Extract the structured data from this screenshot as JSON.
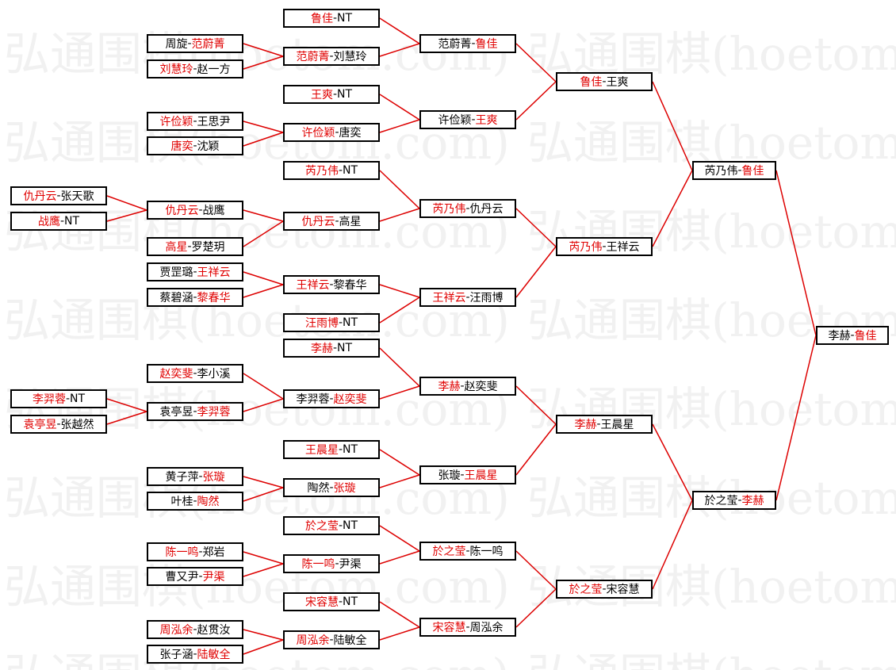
{
  "colors": {
    "winner": "#e00000",
    "text": "#000000",
    "line": "#dd0000",
    "border": "#000000",
    "watermark": "#f1f1f1"
  },
  "watermark": "弘通围棋(hoetom.com)",
  "matches": [
    {
      "id": "r1-1",
      "a": "周旋",
      "b": "范蔚菁",
      "w": "b"
    },
    {
      "id": "r1-2",
      "a": "刘慧玲",
      "b": "赵一方",
      "w": "a"
    },
    {
      "id": "r1-3",
      "a": "许俭颖",
      "b": "王思尹",
      "w": "a"
    },
    {
      "id": "r1-4",
      "a": "唐奕",
      "b": "沈颖",
      "w": "a"
    },
    {
      "id": "r1-5",
      "a": "仇丹云",
      "b": "张天歌",
      "w": "a"
    },
    {
      "id": "r1-6",
      "a": "战鹰",
      "b": "NT",
      "w": "a"
    },
    {
      "id": "r1-7",
      "a": "高星",
      "b": "罗楚玥",
      "w": "a"
    },
    {
      "id": "r1-8",
      "a": "贾罡璐",
      "b": "王祥云",
      "w": "b"
    },
    {
      "id": "r1-9",
      "a": "蔡碧涵",
      "b": "黎春华",
      "w": "b"
    },
    {
      "id": "r1-10",
      "a": "赵奕斐",
      "b": "李小溪",
      "w": "a"
    },
    {
      "id": "r1-11",
      "a": "李羿蓉",
      "b": "NT",
      "w": "a"
    },
    {
      "id": "r1-12",
      "a": "袁亭昱",
      "b": "张越然",
      "w": "a"
    },
    {
      "id": "r1-13",
      "a": "黄子萍",
      "b": "张璇",
      "w": "b"
    },
    {
      "id": "r1-14",
      "a": "叶桂",
      "b": "陶然",
      "w": "b"
    },
    {
      "id": "r1-15",
      "a": "陈一鸣",
      "b": "郑岩",
      "w": "a"
    },
    {
      "id": "r1-16",
      "a": "曹又尹",
      "b": "尹渠",
      "w": "b"
    },
    {
      "id": "r1-17",
      "a": "周泓余",
      "b": "赵贯汝",
      "w": "a"
    },
    {
      "id": "r1-18",
      "a": "张子涵",
      "b": "陆敏全",
      "w": "b"
    },
    {
      "id": "r2-1",
      "a": "鲁佳",
      "b": "NT",
      "w": "a"
    },
    {
      "id": "r2-2",
      "a": "范蔚菁",
      "b": "刘慧玲",
      "w": "a"
    },
    {
      "id": "r2-3",
      "a": "王爽",
      "b": "NT",
      "w": "a"
    },
    {
      "id": "r2-4",
      "a": "许俭颖",
      "b": "唐奕",
      "w": "a"
    },
    {
      "id": "r2-5",
      "a": "芮乃伟",
      "b": "NT",
      "w": "a"
    },
    {
      "id": "r2-6",
      "a": "仇丹云",
      "b": "战鹰",
      "w": "a"
    },
    {
      "id": "r2-7",
      "a": "仇丹云",
      "b": "高星",
      "w": "a"
    },
    {
      "id": "r2-8",
      "a": "王祥云",
      "b": "黎春华",
      "w": "a"
    },
    {
      "id": "r2-9",
      "a": "汪雨博",
      "b": "NT",
      "w": "a"
    },
    {
      "id": "r2-10",
      "a": "李赫",
      "b": "NT",
      "w": "a"
    },
    {
      "id": "r2-11",
      "a": "李羿蓉",
      "b": "赵奕斐",
      "w": "b"
    },
    {
      "id": "r2-12",
      "a": "袁亭昱",
      "b": "李羿蓉",
      "w": "b"
    },
    {
      "id": "r2-13",
      "a": "王晨星",
      "b": "NT",
      "w": "a"
    },
    {
      "id": "r2-14",
      "a": "陶然",
      "b": "张璇",
      "w": "b"
    },
    {
      "id": "r2-15",
      "a": "於之莹",
      "b": "NT",
      "w": "a"
    },
    {
      "id": "r2-16",
      "a": "陈一鸣",
      "b": "尹渠",
      "w": "a"
    },
    {
      "id": "r2-17",
      "a": "宋容慧",
      "b": "NT",
      "w": "a"
    },
    {
      "id": "r2-18",
      "a": "周泓余",
      "b": "陆敏全",
      "w": "a"
    },
    {
      "id": "r3-1",
      "a": "范蔚菁",
      "b": "鲁佳",
      "w": "b"
    },
    {
      "id": "r3-2",
      "a": "许俭颖",
      "b": "王爽",
      "w": "b"
    },
    {
      "id": "r3-3",
      "a": "芮乃伟",
      "b": "仇丹云",
      "w": "a"
    },
    {
      "id": "r3-4",
      "a": "王祥云",
      "b": "汪雨博",
      "w": "a"
    },
    {
      "id": "r3-5",
      "a": "李赫",
      "b": "赵奕斐",
      "w": "a"
    },
    {
      "id": "r3-6",
      "a": "张璇",
      "b": "王晨星",
      "w": "b"
    },
    {
      "id": "r3-7",
      "a": "於之莹",
      "b": "陈一鸣",
      "w": "a"
    },
    {
      "id": "r3-8",
      "a": "宋容慧",
      "b": "周泓余",
      "w": "a"
    },
    {
      "id": "r4-1",
      "a": "鲁佳",
      "b": "王爽",
      "w": "a"
    },
    {
      "id": "r4-2",
      "a": "芮乃伟",
      "b": "王祥云",
      "w": "a"
    },
    {
      "id": "r4-3",
      "a": "李赫",
      "b": "王晨星",
      "w": "a"
    },
    {
      "id": "r4-4",
      "a": "於之莹",
      "b": "宋容慧",
      "w": "a"
    },
    {
      "id": "r5-1",
      "a": "芮乃伟",
      "b": "鲁佳",
      "w": "b"
    },
    {
      "id": "r5-2",
      "a": "於之莹",
      "b": "李赫",
      "w": "b"
    },
    {
      "id": "final",
      "a": "李赫",
      "b": "鲁佳",
      "w": "b"
    }
  ]
}
